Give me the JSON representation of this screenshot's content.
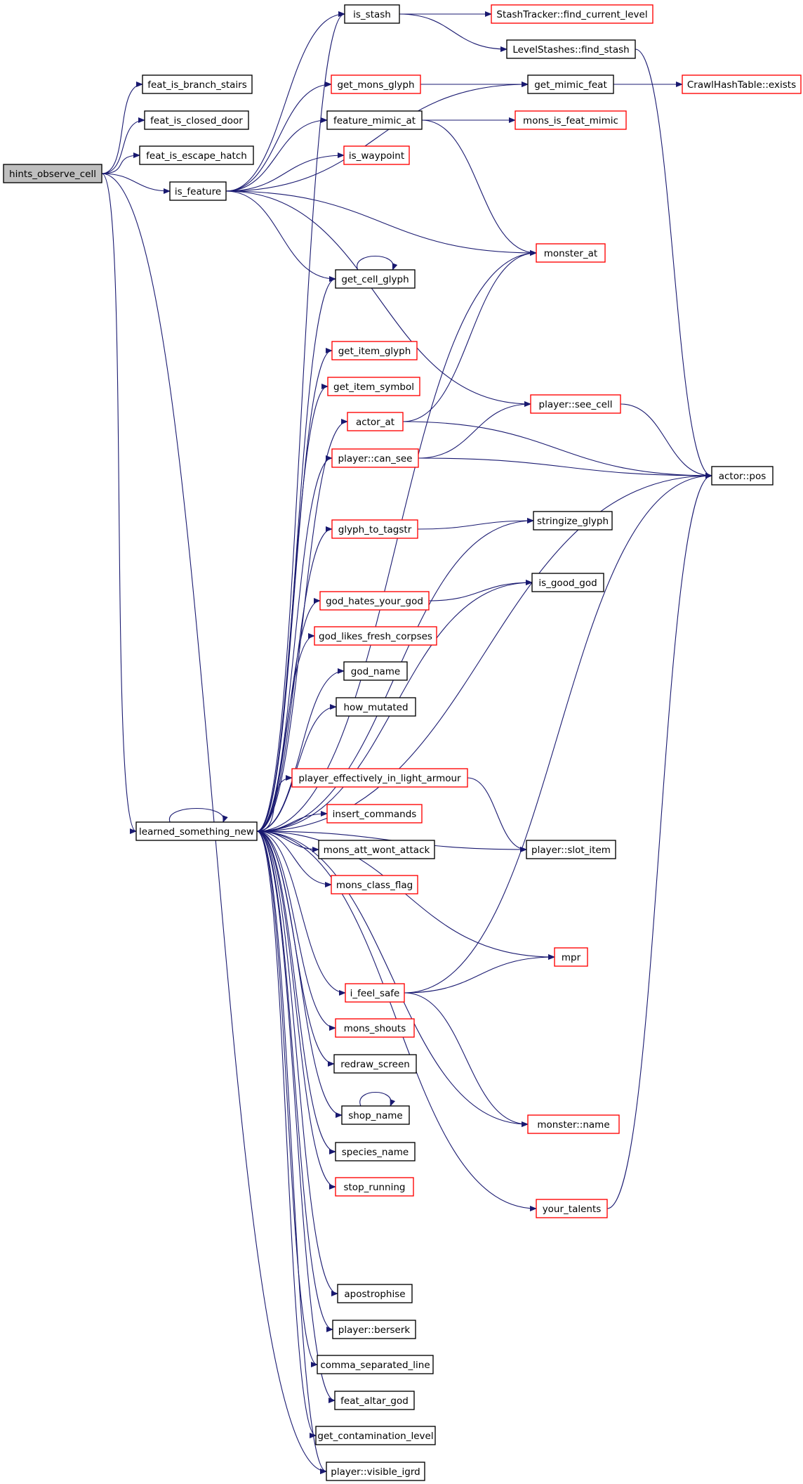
{
  "colors": {
    "edge": "#191970",
    "normal_border": "#000000",
    "truncated_border": "#ff0000",
    "root_fill": "#bfbfbf",
    "node_fill": "#ffffff"
  },
  "root": "hints_observe_cell",
  "nodes": [
    {
      "id": "hints_observe_cell",
      "label": "hints_observe_cell",
      "kind": "root"
    },
    {
      "id": "feat_is_branch_stairs",
      "label": "feat_is_branch_stairs",
      "kind": "normal"
    },
    {
      "id": "feat_is_closed_door",
      "label": "feat_is_closed_door",
      "kind": "normal"
    },
    {
      "id": "feat_is_escape_hatch",
      "label": "feat_is_escape_hatch",
      "kind": "normal"
    },
    {
      "id": "is_feature",
      "label": "is_feature",
      "kind": "normal"
    },
    {
      "id": "is_stash",
      "label": "is_stash",
      "kind": "normal"
    },
    {
      "id": "StashTracker_find_current_level",
      "label": "StashTracker::find_current_level",
      "kind": "truncated"
    },
    {
      "id": "LevelStashes_find_stash",
      "label": "LevelStashes::find_stash",
      "kind": "normal"
    },
    {
      "id": "get_mons_glyph",
      "label": "get_mons_glyph",
      "kind": "truncated"
    },
    {
      "id": "get_mimic_feat",
      "label": "get_mimic_feat",
      "kind": "normal"
    },
    {
      "id": "CrawlHashTable_exists",
      "label": "CrawlHashTable::exists",
      "kind": "truncated"
    },
    {
      "id": "feature_mimic_at",
      "label": "feature_mimic_at",
      "kind": "normal"
    },
    {
      "id": "mons_is_feat_mimic",
      "label": "mons_is_feat_mimic",
      "kind": "truncated"
    },
    {
      "id": "is_waypoint",
      "label": "is_waypoint",
      "kind": "truncated"
    },
    {
      "id": "monster_at",
      "label": "monster_at",
      "kind": "truncated"
    },
    {
      "id": "get_cell_glyph",
      "label": "get_cell_glyph",
      "kind": "normal"
    },
    {
      "id": "get_item_glyph",
      "label": "get_item_glyph",
      "kind": "truncated"
    },
    {
      "id": "get_item_symbol",
      "label": "get_item_symbol",
      "kind": "truncated"
    },
    {
      "id": "actor_at",
      "label": "actor_at",
      "kind": "truncated"
    },
    {
      "id": "player_see_cell",
      "label": "player::see_cell",
      "kind": "truncated"
    },
    {
      "id": "player_can_see",
      "label": "player::can_see",
      "kind": "truncated"
    },
    {
      "id": "actor_pos",
      "label": "actor::pos",
      "kind": "normal"
    },
    {
      "id": "glyph_to_tagstr",
      "label": "glyph_to_tagstr",
      "kind": "truncated"
    },
    {
      "id": "stringize_glyph",
      "label": "stringize_glyph",
      "kind": "normal"
    },
    {
      "id": "god_hates_your_god",
      "label": "god_hates_your_god",
      "kind": "truncated"
    },
    {
      "id": "is_good_god",
      "label": "is_good_god",
      "kind": "normal"
    },
    {
      "id": "god_likes_fresh_corpses",
      "label": "god_likes_fresh_corpses",
      "kind": "truncated"
    },
    {
      "id": "god_name",
      "label": "god_name",
      "kind": "normal"
    },
    {
      "id": "how_mutated",
      "label": "how_mutated",
      "kind": "normal"
    },
    {
      "id": "learned_something_new",
      "label": "learned_something_new",
      "kind": "normal"
    },
    {
      "id": "player_effectively_in_light_armour",
      "label": "player_effectively_in_light_armour",
      "kind": "truncated"
    },
    {
      "id": "insert_commands",
      "label": "insert_commands",
      "kind": "truncated"
    },
    {
      "id": "mons_att_wont_attack",
      "label": "mons_att_wont_attack",
      "kind": "normal"
    },
    {
      "id": "player_slot_item",
      "label": "player::slot_item",
      "kind": "normal"
    },
    {
      "id": "mons_class_flag",
      "label": "mons_class_flag",
      "kind": "truncated"
    },
    {
      "id": "mpr",
      "label": "mpr",
      "kind": "truncated"
    },
    {
      "id": "i_feel_safe",
      "label": "i_feel_safe",
      "kind": "truncated"
    },
    {
      "id": "mons_shouts",
      "label": "mons_shouts",
      "kind": "truncated"
    },
    {
      "id": "redraw_screen",
      "label": "redraw_screen",
      "kind": "normal"
    },
    {
      "id": "shop_name",
      "label": "shop_name",
      "kind": "normal"
    },
    {
      "id": "monster_name",
      "label": "monster::name",
      "kind": "truncated"
    },
    {
      "id": "species_name",
      "label": "species_name",
      "kind": "normal"
    },
    {
      "id": "stop_running",
      "label": "stop_running",
      "kind": "truncated"
    },
    {
      "id": "your_talents",
      "label": "your_talents",
      "kind": "truncated"
    },
    {
      "id": "apostrophise",
      "label": "apostrophise",
      "kind": "normal"
    },
    {
      "id": "player_berserk",
      "label": "player::berserk",
      "kind": "normal"
    },
    {
      "id": "comma_separated_line",
      "label": "comma_separated_line",
      "kind": "normal"
    },
    {
      "id": "feat_altar_god",
      "label": "feat_altar_god",
      "kind": "normal"
    },
    {
      "id": "get_contamination_level",
      "label": "get_contamination_level",
      "kind": "normal"
    },
    {
      "id": "player_visible_igrd",
      "label": "player::visible_igrd",
      "kind": "normal"
    }
  ],
  "edges": [
    [
      "hints_observe_cell",
      "feat_is_branch_stairs"
    ],
    [
      "hints_observe_cell",
      "feat_is_closed_door"
    ],
    [
      "hints_observe_cell",
      "feat_is_escape_hatch"
    ],
    [
      "hints_observe_cell",
      "is_feature"
    ],
    [
      "hints_observe_cell",
      "learned_something_new"
    ],
    [
      "hints_observe_cell",
      "player_visible_igrd"
    ],
    [
      "is_feature",
      "is_stash"
    ],
    [
      "is_feature",
      "get_mimic_feat"
    ],
    [
      "is_feature",
      "get_mons_glyph"
    ],
    [
      "is_feature",
      "feature_mimic_at"
    ],
    [
      "is_feature",
      "is_waypoint"
    ],
    [
      "is_feature",
      "monster_at"
    ],
    [
      "is_feature",
      "get_cell_glyph"
    ],
    [
      "is_feature",
      "player_see_cell"
    ],
    [
      "is_stash",
      "StashTracker_find_current_level"
    ],
    [
      "is_stash",
      "LevelStashes_find_stash"
    ],
    [
      "LevelStashes_find_stash",
      "actor_pos"
    ],
    [
      "get_mons_glyph",
      "get_mimic_feat"
    ],
    [
      "get_mimic_feat",
      "CrawlHashTable_exists"
    ],
    [
      "feature_mimic_at",
      "mons_is_feat_mimic"
    ],
    [
      "feature_mimic_at",
      "monster_at"
    ],
    [
      "get_cell_glyph",
      "get_cell_glyph"
    ],
    [
      "actor_at",
      "monster_at"
    ],
    [
      "actor_at",
      "actor_pos"
    ],
    [
      "player_can_see",
      "player_see_cell"
    ],
    [
      "player_can_see",
      "actor_pos"
    ],
    [
      "player_see_cell",
      "actor_pos"
    ],
    [
      "glyph_to_tagstr",
      "stringize_glyph"
    ],
    [
      "god_hates_your_god",
      "is_good_god"
    ],
    [
      "player_effectively_in_light_armour",
      "player_slot_item"
    ],
    [
      "i_feel_safe",
      "mpr"
    ],
    [
      "i_feel_safe",
      "actor_pos"
    ],
    [
      "i_feel_safe",
      "monster_name"
    ],
    [
      "shop_name",
      "shop_name"
    ],
    [
      "your_talents",
      "actor_pos"
    ],
    [
      "learned_something_new",
      "learned_something_new"
    ],
    [
      "learned_something_new",
      "is_stash"
    ],
    [
      "learned_something_new",
      "monster_at"
    ],
    [
      "learned_something_new",
      "get_cell_glyph"
    ],
    [
      "learned_something_new",
      "get_item_glyph"
    ],
    [
      "learned_something_new",
      "get_item_symbol"
    ],
    [
      "learned_something_new",
      "actor_at"
    ],
    [
      "learned_something_new",
      "player_can_see"
    ],
    [
      "learned_something_new",
      "stringize_glyph"
    ],
    [
      "learned_something_new",
      "glyph_to_tagstr"
    ],
    [
      "learned_something_new",
      "is_good_god"
    ],
    [
      "learned_something_new",
      "god_hates_your_god"
    ],
    [
      "learned_something_new",
      "god_likes_fresh_corpses"
    ],
    [
      "learned_something_new",
      "god_name"
    ],
    [
      "learned_something_new",
      "how_mutated"
    ],
    [
      "learned_something_new",
      "actor_pos"
    ],
    [
      "learned_something_new",
      "player_effectively_in_light_armour"
    ],
    [
      "learned_something_new",
      "insert_commands"
    ],
    [
      "learned_something_new",
      "mons_att_wont_attack"
    ],
    [
      "learned_something_new",
      "mons_class_flag"
    ],
    [
      "learned_something_new",
      "player_slot_item"
    ],
    [
      "learned_something_new",
      "mpr"
    ],
    [
      "learned_something_new",
      "i_feel_safe"
    ],
    [
      "learned_something_new",
      "mons_shouts"
    ],
    [
      "learned_something_new",
      "redraw_screen"
    ],
    [
      "learned_something_new",
      "shop_name"
    ],
    [
      "learned_something_new",
      "species_name"
    ],
    [
      "learned_something_new",
      "stop_running"
    ],
    [
      "learned_something_new",
      "monster_name"
    ],
    [
      "learned_something_new",
      "your_talents"
    ],
    [
      "learned_something_new",
      "apostrophise"
    ],
    [
      "learned_something_new",
      "player_berserk"
    ],
    [
      "learned_something_new",
      "comma_separated_line"
    ],
    [
      "learned_something_new",
      "feat_altar_god"
    ],
    [
      "learned_something_new",
      "get_contamination_level"
    ],
    [
      "learned_something_new",
      "player_visible_igrd"
    ]
  ]
}
